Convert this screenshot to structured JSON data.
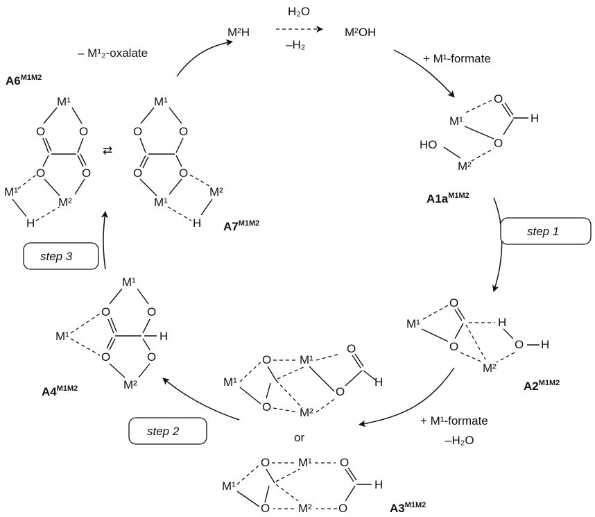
{
  "top": {
    "m2h": "M²H",
    "water": "H₂O",
    "minus_h2": "–H₂",
    "m2oh": "M²OH",
    "plus_formate_top": "+ M¹-formate",
    "minus_oxalate": "– M¹₂-oxalate"
  },
  "compounds": {
    "a6": "A6",
    "a7": "A7",
    "a1a": "A1a",
    "a2": "A2",
    "a3": "A3",
    "a4": "A4",
    "sup": "M1M2"
  },
  "steps": {
    "step1": "step 1",
    "step2": "step 2",
    "step3": "step 3"
  },
  "right": {
    "plus_formate": "+ M¹-formate",
    "minus_water": "–H₂O"
  },
  "or_text": "or",
  "atoms": {
    "M1": "M¹",
    "M2": "M²",
    "O": "O",
    "H": "H",
    "HO": "HO"
  }
}
